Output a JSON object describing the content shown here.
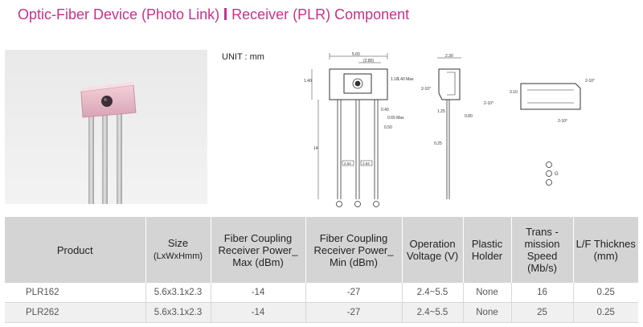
{
  "title": {
    "part1": "Optic-Fiber Device (Photo Link)",
    "part2": "Receiver (PLR) Component"
  },
  "drawing": {
    "unit_label": "UNIT : mm",
    "dims": {
      "top_width": "5.60",
      "top_inner": "(2.80)",
      "body_height": "1.40",
      "window_height": "1.16",
      "max_label": "1.40 Max",
      "pin_width": "0.40",
      "pin_max": "0.65 Max",
      "pin_spacing": "0.50",
      "lead_length": "14",
      "pitch_left": "2.54",
      "pitch_right": "2.54",
      "side_width": "2.30",
      "angle_a": "2-10°",
      "angle_b": "2-10°",
      "side_step": "1.25",
      "side_lead": "0.80",
      "side_thick": "0.25",
      "bottom_height": "3.10",
      "bottom_angle_a": "2-10°",
      "bottom_angle_b": "2-10°",
      "pin_g_label": "G"
    }
  },
  "table": {
    "headers": [
      {
        "main": "Product",
        "sub": ""
      },
      {
        "main": "Size",
        "sub": "(LxWxHmm)"
      },
      {
        "main": "Fiber Coupling Receiver Power_ Max (dBm)",
        "sub": ""
      },
      {
        "main": "Fiber Coupling Receiver Power_ Min (dBm)",
        "sub": ""
      },
      {
        "main": "Operation Voltage (V)",
        "sub": ""
      },
      {
        "main": "Plastic Holder",
        "sub": ""
      },
      {
        "main": "Trans - mission Speed (Mb/s)",
        "sub": ""
      },
      {
        "main": "L/F Thicknes (mm)",
        "sub": ""
      }
    ],
    "rows": [
      [
        "PLR162",
        "5.6x3.1x2.3",
        "-14",
        "-27",
        "2.4~5.5",
        "None",
        "16",
        "0.25"
      ],
      [
        "PLR262",
        "5.6x3.1x2.3",
        "-14",
        "-27",
        "2.4~5.5",
        "None",
        "25",
        "0.25"
      ]
    ]
  }
}
